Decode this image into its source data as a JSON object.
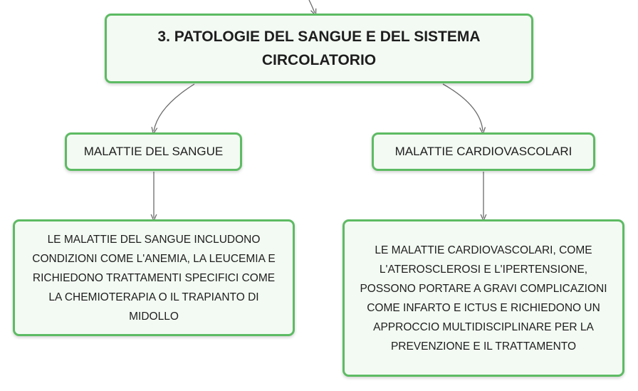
{
  "root": {
    "title": "3. PATOLOGIE DEL SANGUE E DEL SISTEMA CIRCOLATORIO"
  },
  "branches": [
    {
      "label": "MALATTIE DEL SANGUE",
      "description": "LE MALATTIE DEL SANGUE INCLUDONO CONDIZIONI COME L'ANEMIA, LA LEUCEMIA E RICHIEDONO TRATTAMENTI SPECIFICI COME LA CHEMIOTERAPIA O IL TRAPIANTO DI MIDOLLO"
    },
    {
      "label": "MALATTIE CARDIOVASCOLARI",
      "description": "LE MALATTIE CARDIOVASCOLARI, COME L'ATEROSCLEROSI E L'IPERTENSIONE, POSSONO PORTARE A GRAVI COMPLICAZIONI COME INFARTO E ICTUS E RICHIEDONO UN APPROCCIO MULTIDISCIPLINARE PER LA PREVENZIONE E IL TRATTAMENTO"
    }
  ],
  "colors": {
    "node_border": "#5dbb63",
    "node_fill": "#f3faf3",
    "connector": "#6b6b6b"
  }
}
